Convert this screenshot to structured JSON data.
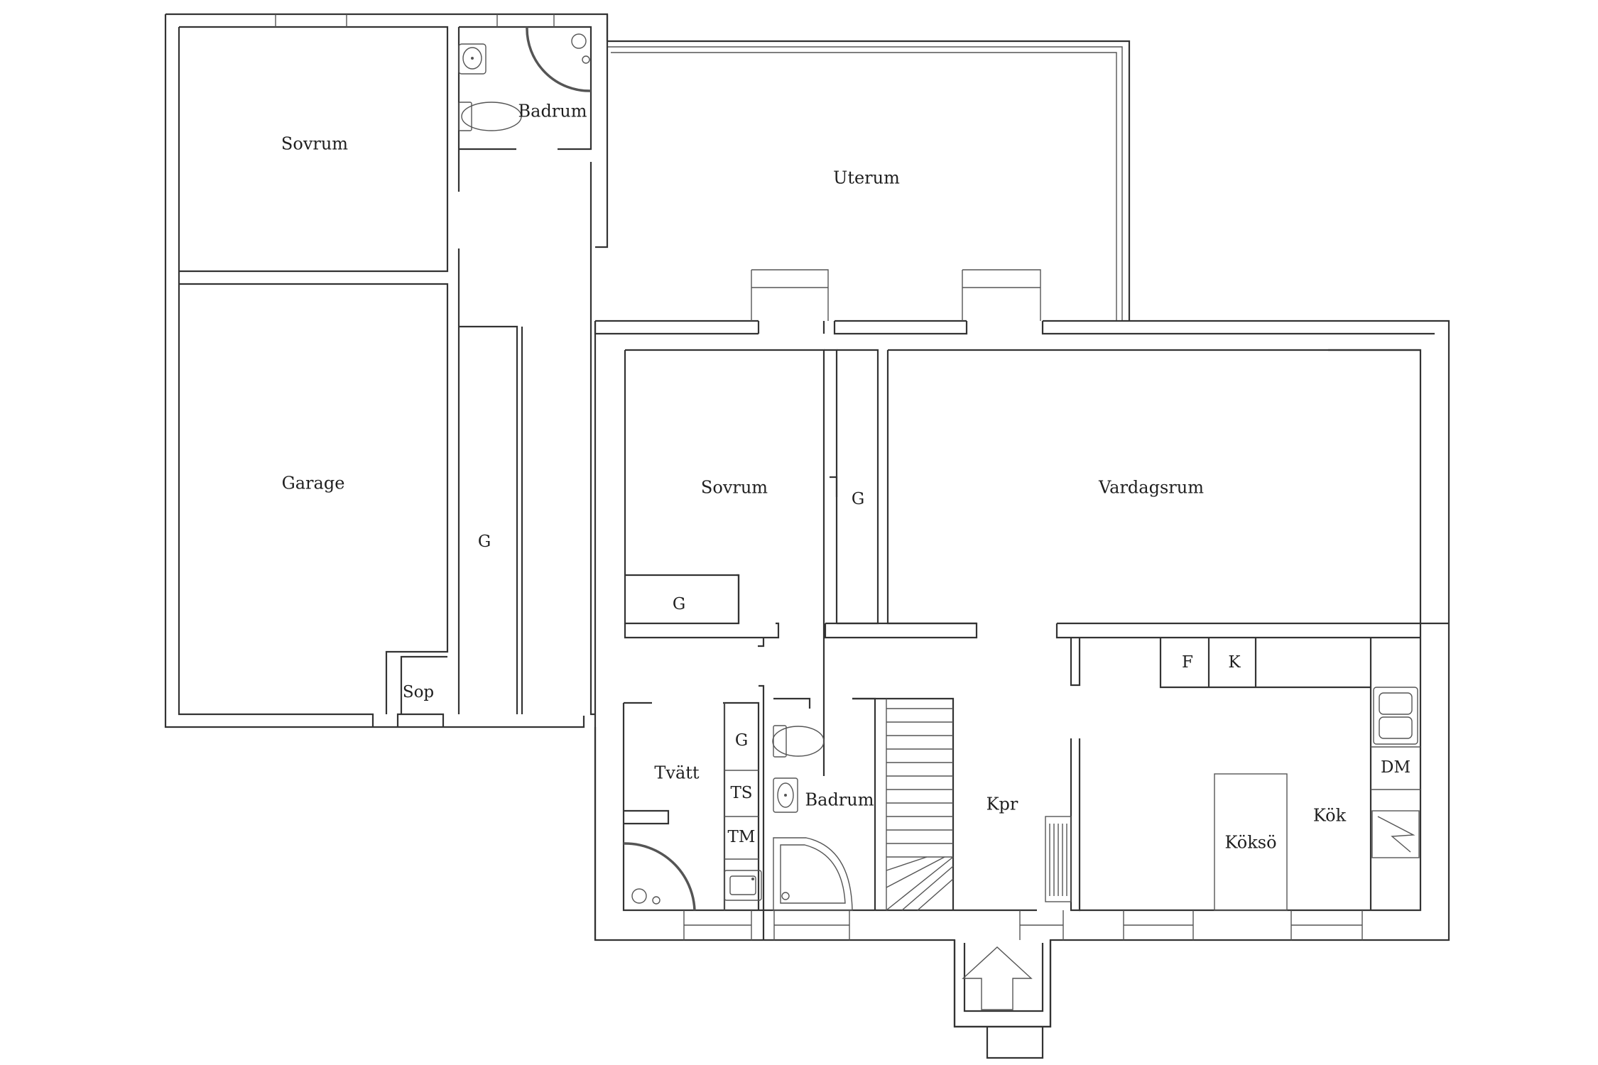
{
  "colors": {
    "background": "#ffffff",
    "walls": "#333333",
    "text": "#1f1f1f"
  },
  "rooms": {
    "sovrum_1": "Sovrum",
    "badrum_1": "Badrum",
    "uterum": "Uterum",
    "garage": "Garage",
    "sop": "Sop",
    "garderob_hall": "G",
    "sovrum_2": "Sovrum",
    "garderob_sovrum_2_side": "G",
    "garderob_sovrum_2_bottom": "G",
    "vardagsrum": "Vardagsrum",
    "tvatt": "Tvätt",
    "garderob_tvatt": "G",
    "torkskap": "TS",
    "tvattmaskin": "TM",
    "badrum_2": "Badrum",
    "kpr": "Kpr",
    "frys": "F",
    "kyl": "K",
    "diskmaskin": "DM",
    "kok": "Kök",
    "koksö": "Köksö"
  },
  "icons": {
    "entrance": "entrance-arrow-icon",
    "sink": "sink-icon",
    "toilet": "toilet-icon",
    "shower": "shower-icon",
    "bathtub": "bathtub-icon",
    "stove": "stove-icon",
    "radiator": "radiator-icon",
    "stairs": "stairs-icon"
  }
}
